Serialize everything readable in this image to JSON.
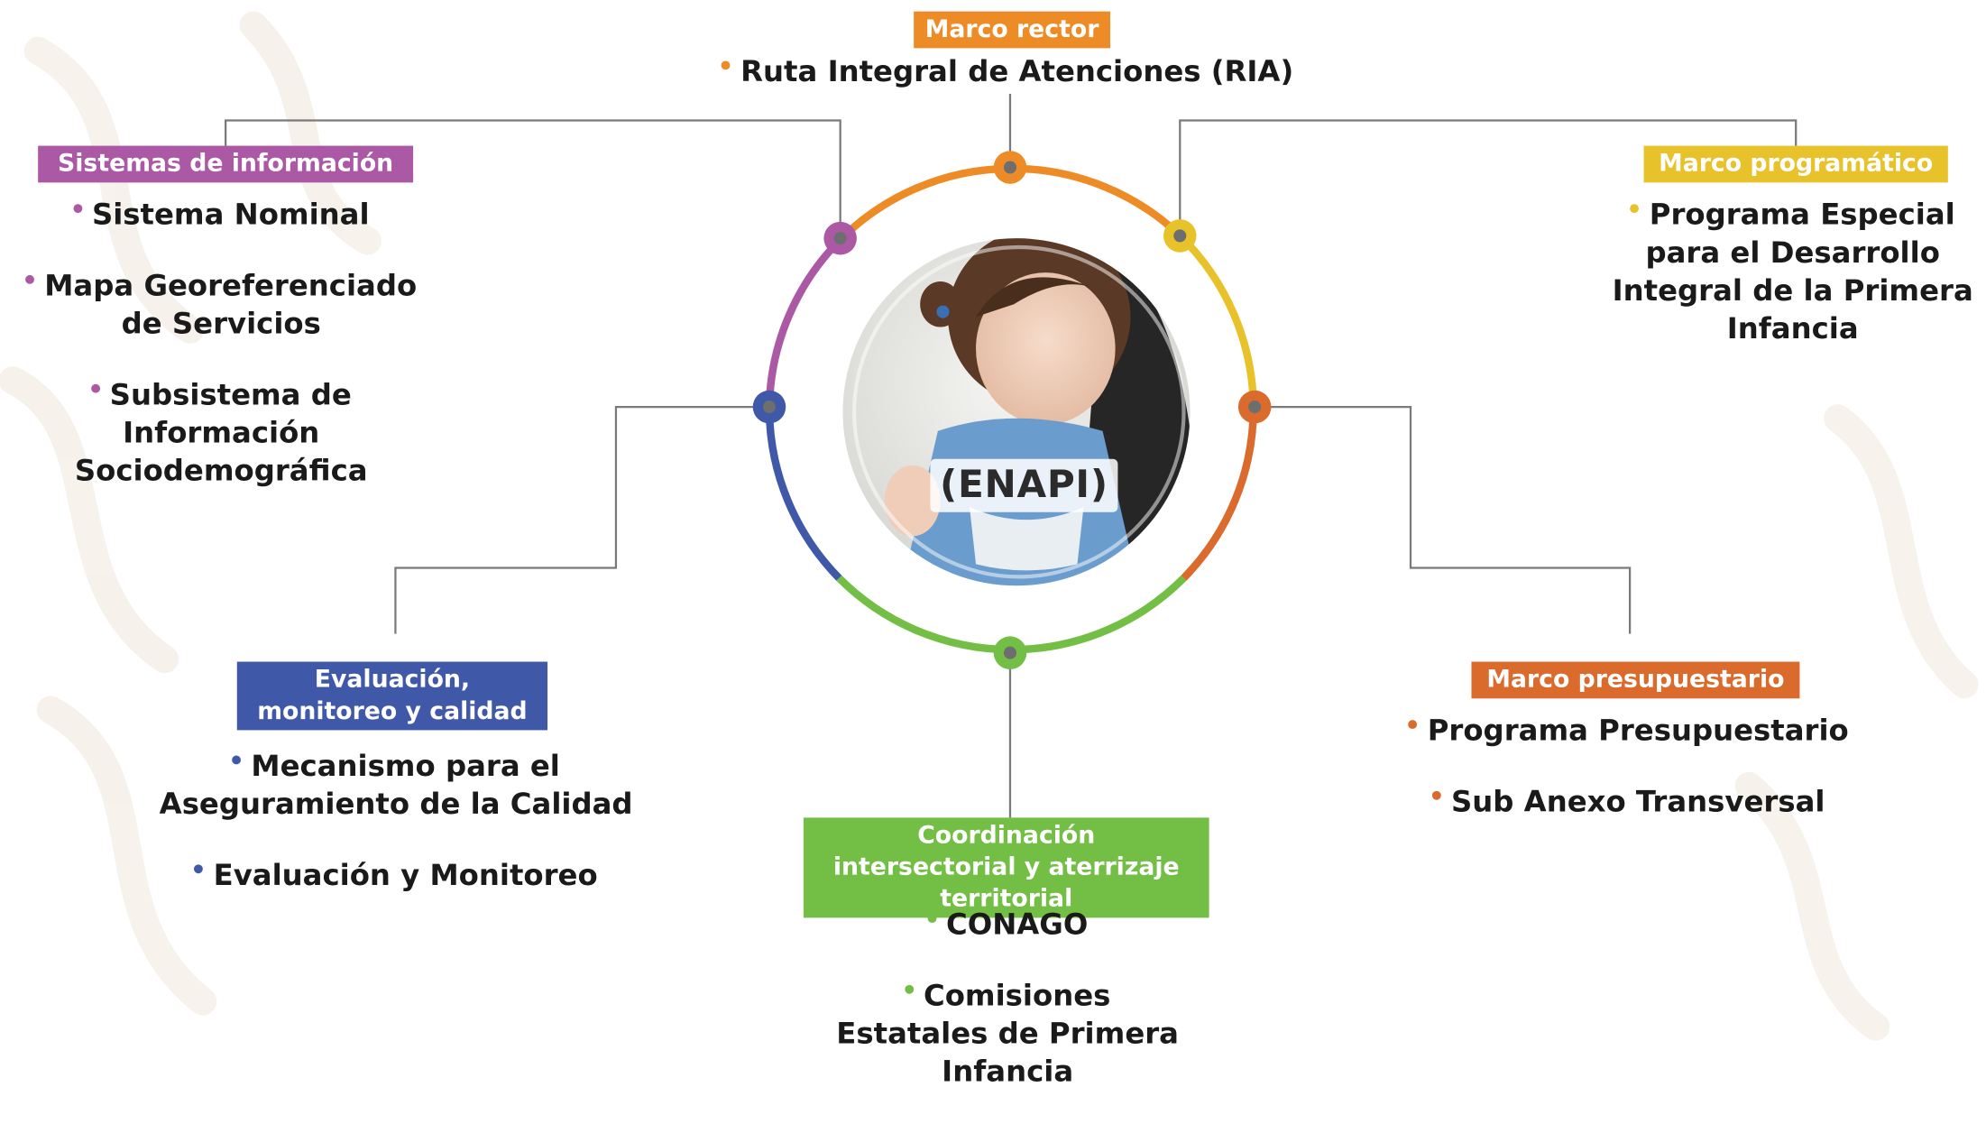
{
  "center": {
    "label": "(ENAPI)"
  },
  "groups": {
    "rector": {
      "title": "Marco rector",
      "color": "#ED8B26",
      "items": [
        "Ruta Integral de Atenciones (RIA)"
      ]
    },
    "programatico": {
      "title": "Marco programático",
      "color": "#E8C22A",
      "items": [
        "Programa Especial para el Desarrollo Integral de la Primera Infancia"
      ]
    },
    "presupuestario": {
      "title": "Marco presupuestario",
      "color": "#DA6B2C",
      "items": [
        "Programa Presupuestario",
        "Sub Anexo Transversal"
      ]
    },
    "coordinacion": {
      "title": "Coordinación intersectorial y aterrizaje territorial",
      "color": "#73BE45",
      "items": [
        "CONAGO",
        "Comisiones Estatales de Primera Infancia"
      ]
    },
    "evaluacion": {
      "title": "Evaluación, monitoreo y calidad",
      "color": "#3F58A8",
      "items": [
        "Mecanismo para el Aseguramiento de la Calidad",
        "Evaluación y Monitoreo"
      ]
    },
    "sistemas": {
      "title": "Sistemas de información",
      "color": "#AB59A5",
      "items": [
        "Sistema Nominal",
        "Mapa Georeferenciado de Servicios",
        "Subsistema de Información Sociodemográfica"
      ]
    }
  },
  "icons": {
    "photo": "child-photo",
    "pattern": "background-pattern"
  }
}
